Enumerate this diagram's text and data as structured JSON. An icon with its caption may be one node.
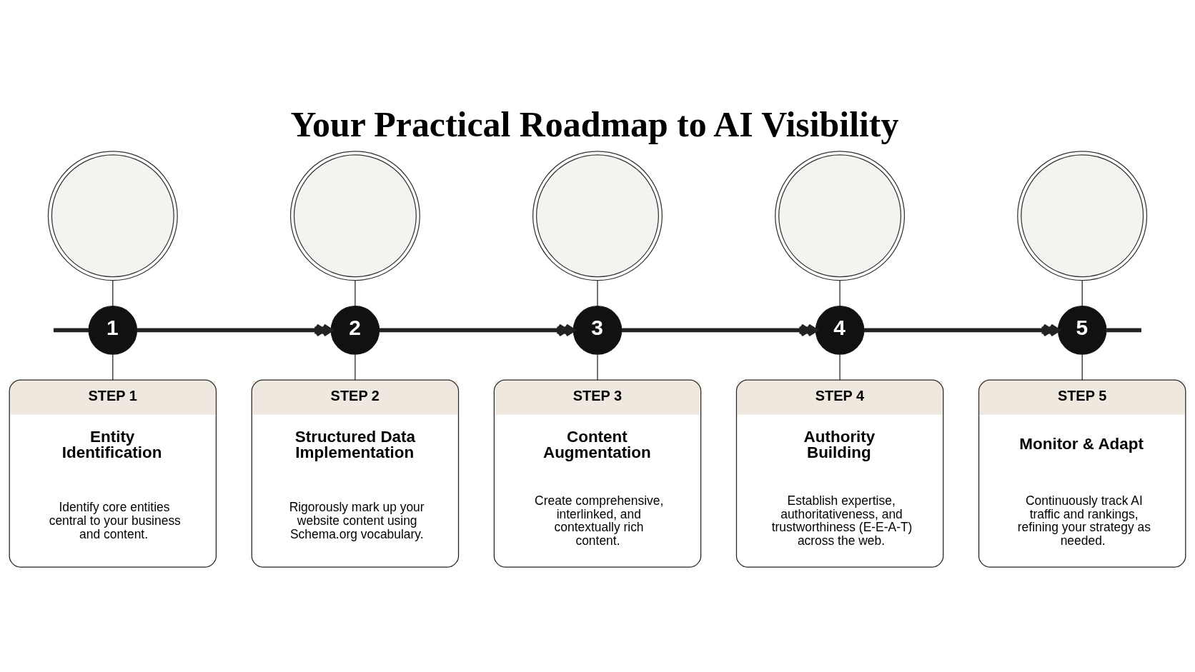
{
  "diagram": {
    "title": "Your Practical Roadmap to AI Visibility",
    "nodes": [
      {
        "text": [],
        "shape": "picture"
      },
      {
        "text": [
          "1"
        ]
      },
      {
        "text": [
          "STEP 1",
          "Entity Identification",
          "Identify core entities central to your business and content."
        ]
      },
      {
        "text": [],
        "shape": "picture"
      },
      {
        "text": [
          "2"
        ]
      },
      {
        "text": [
          "STEP 2",
          "Structured Data Implementation",
          "Rigorously mark up your website content using Schema.org vocabulary."
        ]
      },
      {
        "text": [],
        "shape": "picture"
      },
      {
        "text": [
          "3"
        ]
      },
      {
        "text": [
          "STEP 3",
          "Content Augmentation",
          "Create comprehensive, interlinked, and contextually rich content."
        ]
      },
      {
        "text": [],
        "shape": "picture"
      },
      {
        "text": [
          "4"
        ]
      },
      {
        "text": [
          "STEP 4",
          "Authority Building",
          "Establish expertise, authoritativeness, and trustworthiness (E-E-A-T) across the web."
        ]
      },
      {
        "text": [],
        "shape": "picture"
      },
      {
        "text": [
          "5"
        ]
      },
      {
        "text": [
          "STEP 5",
          "Monitor & Adapt",
          "Continuously track AI traffic and rankings, refining your strategy as needed."
        ]
      }
    ],
    "edges": [
      {
        "from": null,
        "to": 1,
        "arrow": "none",
        "style": "thick"
      },
      {
        "from": 0,
        "to": 1,
        "arrow": "none"
      },
      {
        "from": 1,
        "to": 2,
        "arrow": "none"
      },
      {
        "from": 1,
        "to": 4,
        "arrow": "to",
        "style": "thick"
      },
      {
        "from": 3,
        "to": 4,
        "arrow": "none"
      },
      {
        "from": 4,
        "to": 5,
        "arrow": "none"
      },
      {
        "from": 4,
        "to": 7,
        "arrow": "to",
        "style": "thick"
      },
      {
        "from": 6,
        "to": 7,
        "arrow": "none"
      },
      {
        "from": 7,
        "to": 8,
        "arrow": "none"
      },
      {
        "from": 7,
        "to": 10,
        "arrow": "to",
        "style": "thick"
      },
      {
        "from": 9,
        "to": 10,
        "arrow": "none"
      },
      {
        "from": 10,
        "to": 11,
        "arrow": "none"
      },
      {
        "from": 10,
        "to": 13,
        "arrow": "to",
        "style": "thick"
      },
      {
        "from": 12,
        "to": 13,
        "arrow": "none"
      },
      {
        "from": 13,
        "to": 14,
        "arrow": "none"
      },
      {
        "from": 13,
        "to": null,
        "arrow": "none",
        "style": "thick"
      }
    ]
  }
}
